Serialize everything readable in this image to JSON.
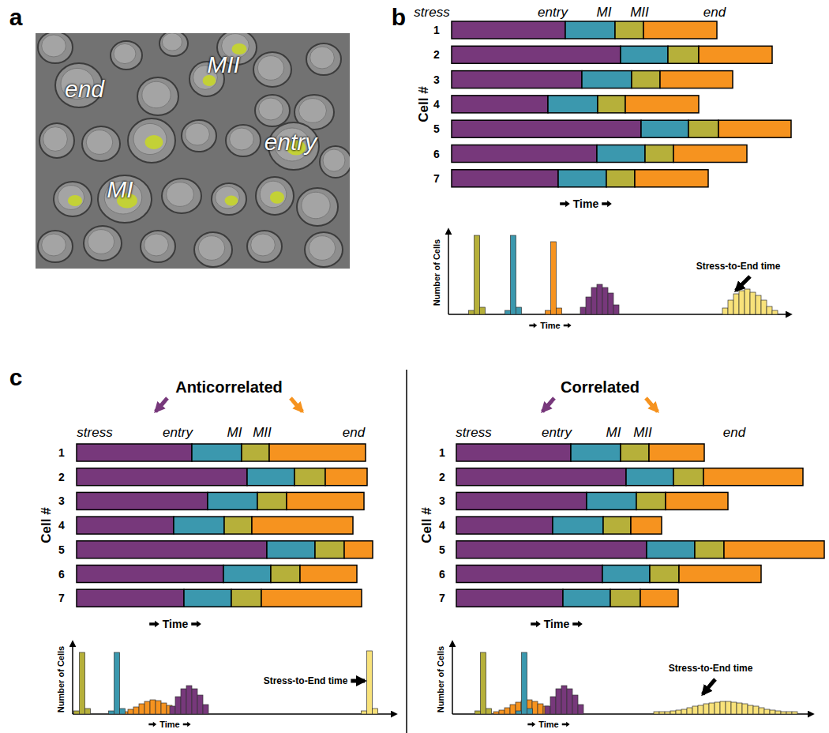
{
  "diagram": {
    "labels": [
      "a",
      "end",
      "MII",
      "MI",
      "entry",
      "b",
      "stress",
      "entry",
      "MI",
      "MII",
      "end",
      "Cell #",
      "1",
      "2",
      "3",
      "4",
      "5",
      "6",
      "7",
      "Time",
      "Number of Cells",
      "Time",
      "Stress-to-End time",
      "c",
      "Anticorrelated",
      "stress",
      "entry",
      "MI",
      "MII",
      "end",
      "Cell #",
      "1",
      "2",
      "3",
      "4",
      "5",
      "6",
      "7",
      "Time",
      "Number of Cells",
      "Time",
      "Stress-to-End time",
      "Correlated",
      "stress",
      "entry",
      "MI",
      "MII",
      "end",
      "Cell #",
      "1",
      "2",
      "3",
      "4",
      "5",
      "6",
      "7",
      "Time",
      "Number of Cells",
      "Time",
      "Stress-to-End time"
    ]
  }
}
